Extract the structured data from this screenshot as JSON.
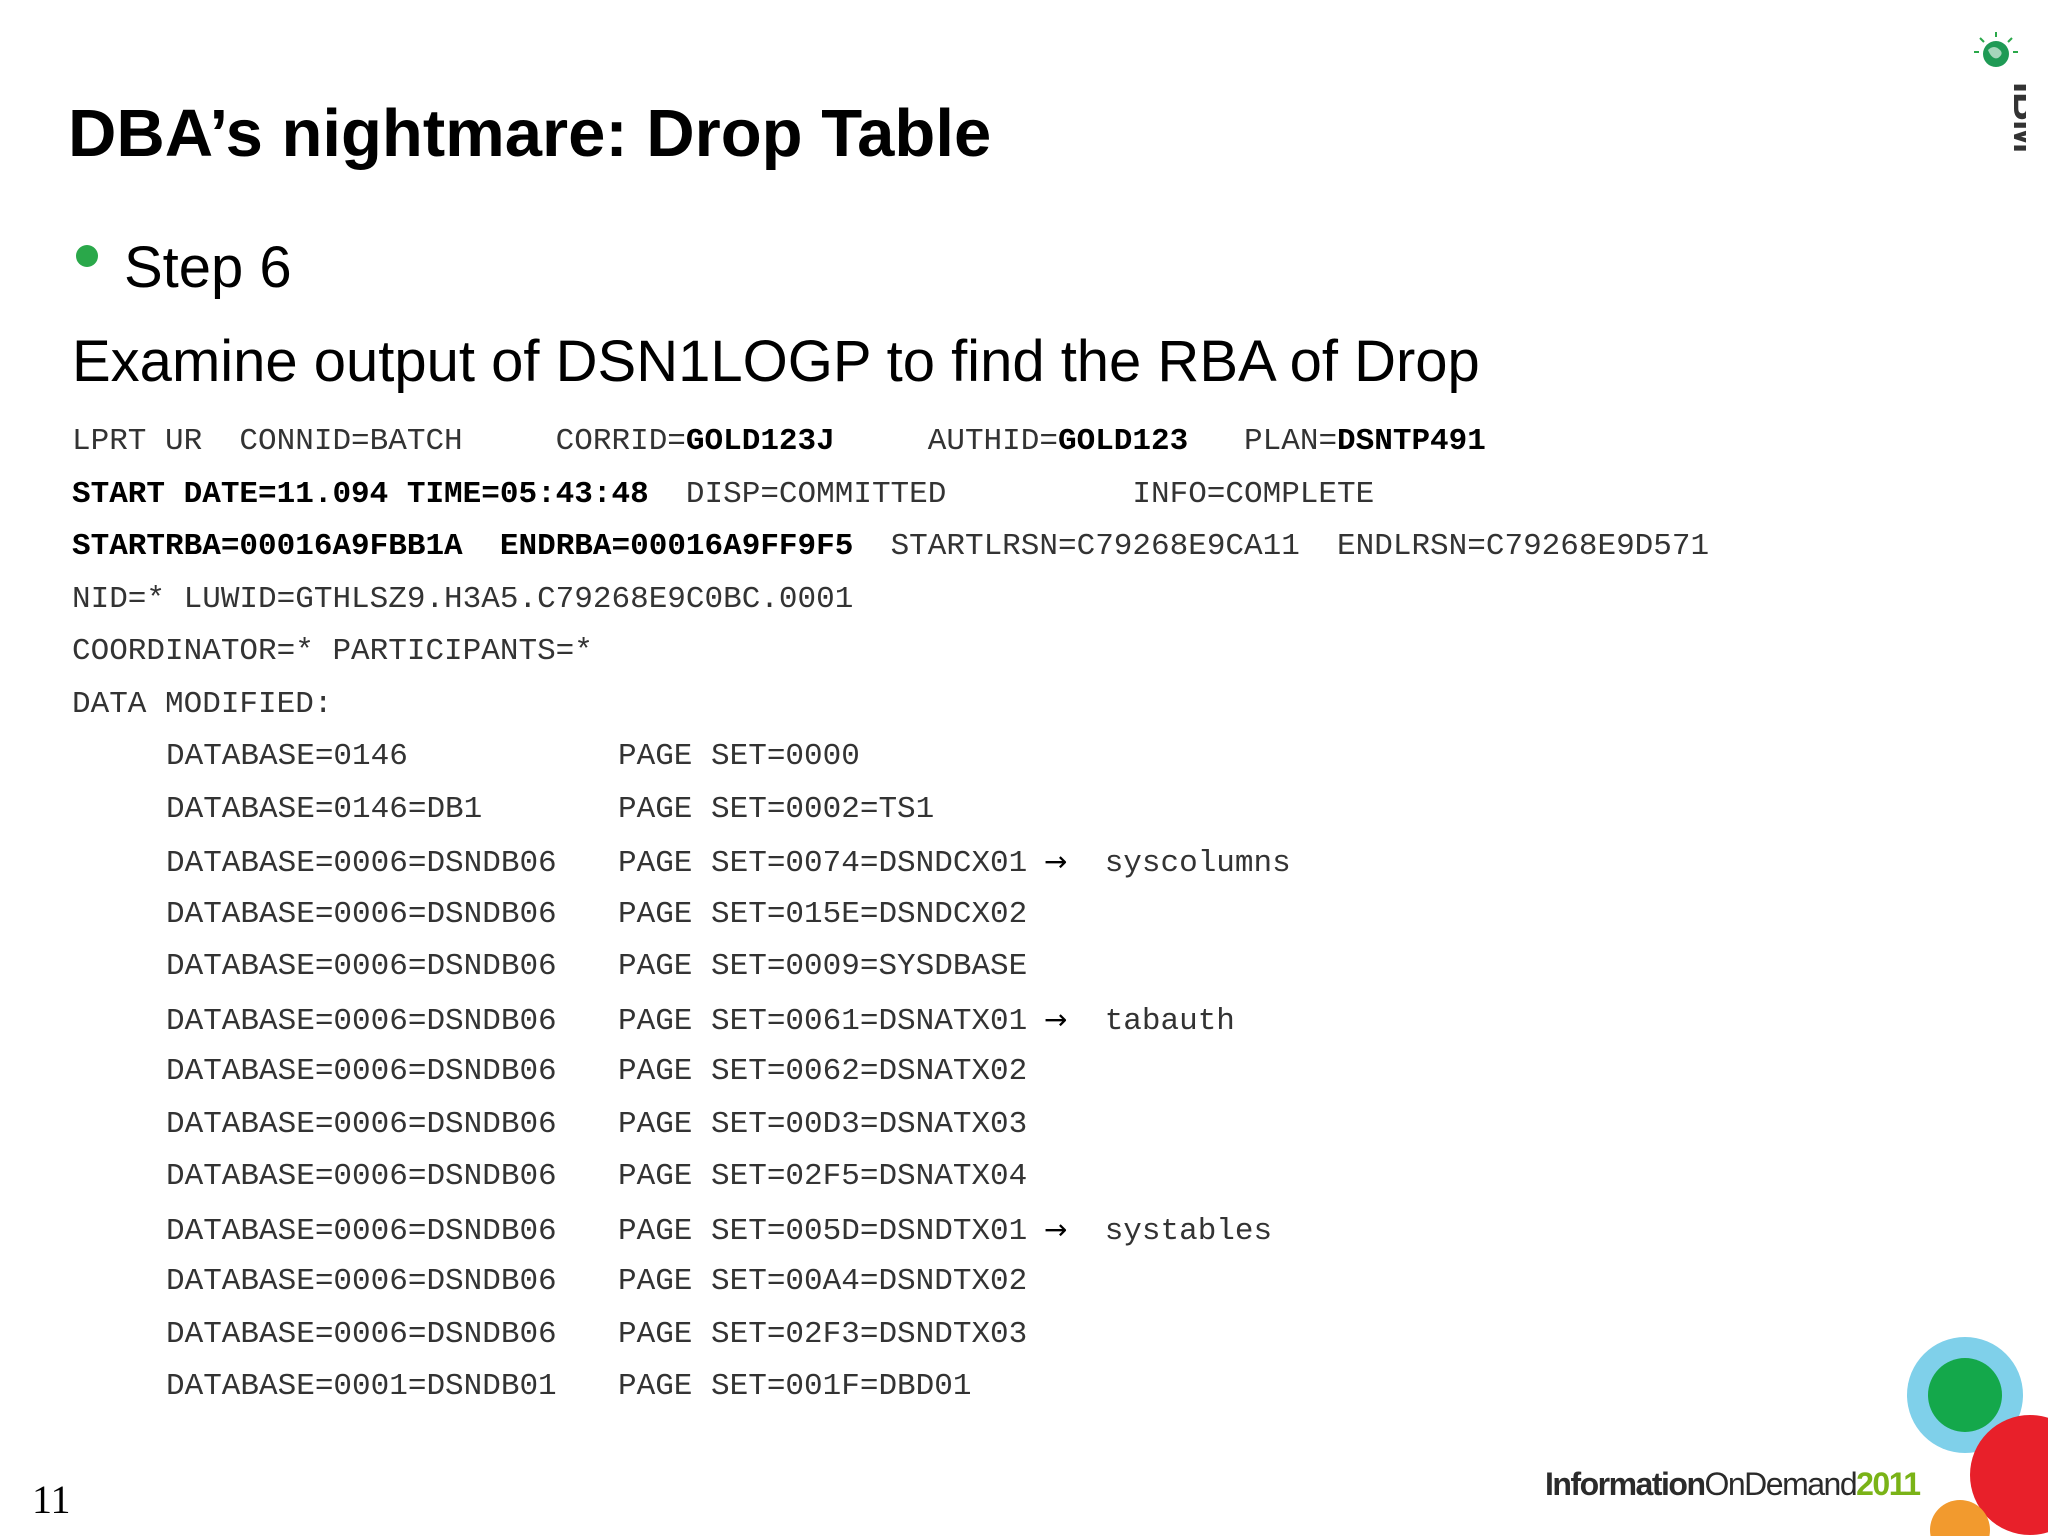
{
  "slide": {
    "title": "DBA’s nightmare: Drop Table",
    "bullet": "Step 6",
    "subtitle": "Examine output of DSN1LOGP to find the RBA of Drop",
    "page_number": "11"
  },
  "log": {
    "line1": {
      "prefix": "LPRT UR  CONNID=BATCH     CORRID=",
      "corrid": "GOLD123J",
      "mid": "     AUTHID=",
      "authid": "GOLD123",
      "mid2": "   PLAN=",
      "plan": "DSNTP491"
    },
    "line2": {
      "bold": "START DATE=11.094 TIME=05:43:48",
      "rest": "  DISP=COMMITTED          INFO=COMPLETE"
    },
    "line3": {
      "startrba": "STARTRBA=00016A9FBB1A",
      "endrba": "ENDRBA=00016A9FF9F5",
      "rest": "  STARTLRSN=C79268E9CA11  ENDLRSN=C79268E9D571"
    },
    "line4": "NID=* LUWID=GTHLSZ9.H3A5.C79268E9C0BC.0001",
    "line5": "COORDINATOR=* PARTICIPANTS=*",
    "line6": "DATA MODIFIED:",
    "rows": [
      {
        "db": "DATABASE=0146",
        "ps": "PAGE SET=0000",
        "arrow": "",
        "note": ""
      },
      {
        "db": "DATABASE=0146=DB1",
        "ps": "PAGE SET=0002=TS1",
        "arrow": "",
        "note": ""
      },
      {
        "db": "DATABASE=0006=DSNDB06",
        "ps": "PAGE SET=0074=DSNDCX01",
        "arrow": "→",
        "note": "syscolumns"
      },
      {
        "db": "DATABASE=0006=DSNDB06",
        "ps": "PAGE SET=015E=DSNDCX02",
        "arrow": "",
        "note": ""
      },
      {
        "db": "DATABASE=0006=DSNDB06",
        "ps": "PAGE SET=0009=SYSDBASE",
        "arrow": "",
        "note": ""
      },
      {
        "db": "DATABASE=0006=DSNDB06",
        "ps": "PAGE SET=0061=DSNATX01",
        "arrow": "→",
        "note": "tabauth"
      },
      {
        "db": "DATABASE=0006=DSNDB06",
        "ps": "PAGE SET=0062=DSNATX02",
        "arrow": "",
        "note": ""
      },
      {
        "db": "DATABASE=0006=DSNDB06",
        "ps": "PAGE SET=00D3=DSNATX03",
        "arrow": "",
        "note": ""
      },
      {
        "db": "DATABASE=0006=DSNDB06",
        "ps": "PAGE SET=02F5=DSNATX04",
        "arrow": "",
        "note": ""
      },
      {
        "db": "DATABASE=0006=DSNDB06",
        "ps": "PAGE SET=005D=DSNDTX01",
        "arrow": "→",
        "note": "systables"
      },
      {
        "db": "DATABASE=0006=DSNDB06",
        "ps": "PAGE SET=00A4=DSNDTX02",
        "arrow": "",
        "note": ""
      },
      {
        "db": "DATABASE=0006=DSNDB06",
        "ps": "PAGE SET=02F3=DSNDTX03",
        "arrow": "",
        "note": ""
      },
      {
        "db": "DATABASE=0001=DSNDB01",
        "ps": "PAGE SET=001F=DBD01",
        "arrow": "",
        "note": ""
      }
    ]
  },
  "branding": {
    "footer_info": "Information",
    "footer_ondemand": "OnDemand",
    "footer_year": "2011",
    "logo_text": "IBM",
    "accent_green": "#2aa84a",
    "year_green": "#7ab317"
  }
}
